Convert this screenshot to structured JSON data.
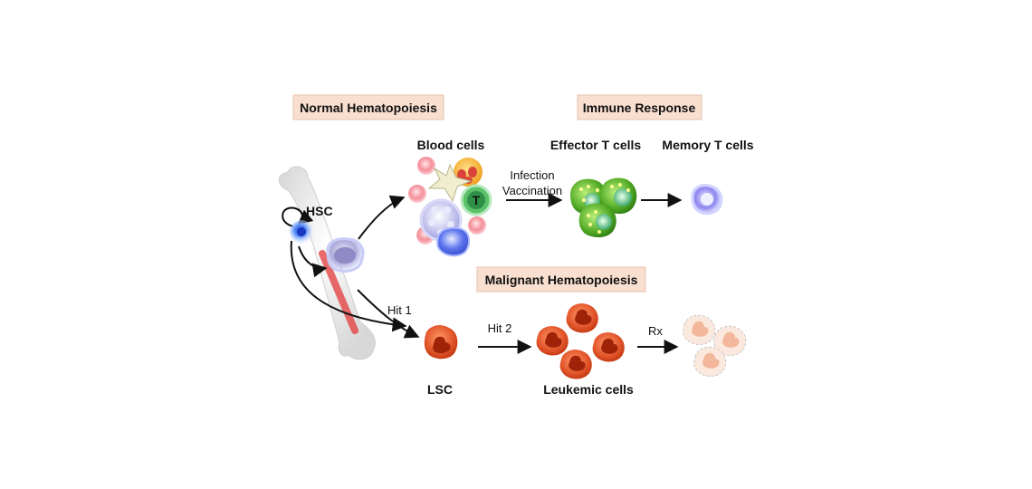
{
  "headers": {
    "normal": "Normal Hematopoiesis",
    "immune": "Immune Response",
    "malignant": "Malignant Hematopoiesis"
  },
  "labels": {
    "hsc": "HSC",
    "blood_cells": "Blood cells",
    "effector": "Effector T cells",
    "memory": "Memory T cells",
    "lsc": "LSC",
    "leukemic": "Leukemic cells",
    "t_cell_mark": "T"
  },
  "arrows": {
    "infection": "Infection",
    "vaccination": "Vaccination",
    "hit1": "Hit 1",
    "hit2": "Hit 2",
    "rx": "Rx"
  },
  "colors": {
    "header_bg": "#f9dfd0",
    "hsc_blue": "#3a6fe0",
    "effector_green": "#5cb82a",
    "memory_purple": "#8f86ef",
    "leukemic_red": "#e2552a",
    "treated_pink": "#f3c3ad"
  }
}
